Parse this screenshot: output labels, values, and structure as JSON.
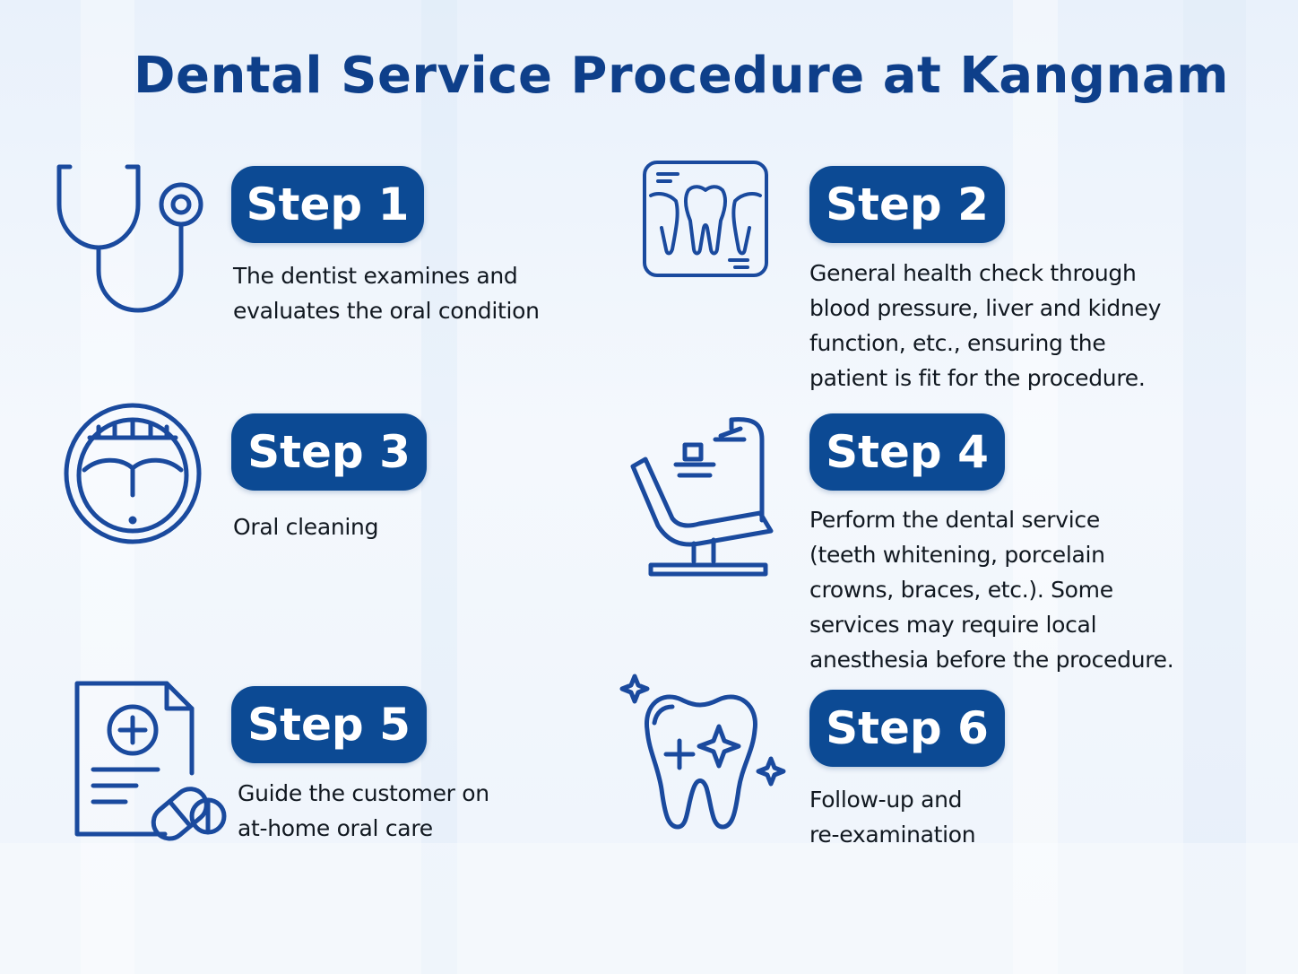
{
  "title": "Dental Service Procedure at Kangnam",
  "colors": {
    "accent": "#0c4a94",
    "icon_stroke": "#1a4a9e",
    "title": "#0e3f8a"
  },
  "steps": [
    {
      "label": "Step 1",
      "icon": "stethoscope-icon",
      "text": "The dentist examines and\nevaluates the oral condition"
    },
    {
      "label": "Step 2",
      "icon": "dental-xray-icon",
      "text": "General health check through\nblood pressure, liver and kidney\nfunction, etc., ensuring the\npatient is fit for the procedure."
    },
    {
      "label": "Step 3",
      "icon": "open-mouth-icon",
      "text": "Oral cleaning"
    },
    {
      "label": "Step 4",
      "icon": "dental-chair-icon",
      "text": "Perform the dental service\n(teeth whitening, porcelain\ncrowns, braces, etc.). Some\nservices may require local\nanesthesia before the procedure."
    },
    {
      "label": "Step 5",
      "icon": "prescription-pill-icon",
      "text": "Guide the customer on\nat-home oral care"
    },
    {
      "label": "Step 6",
      "icon": "sparkling-tooth-icon",
      "text": "Follow-up and\nre-examination"
    }
  ]
}
